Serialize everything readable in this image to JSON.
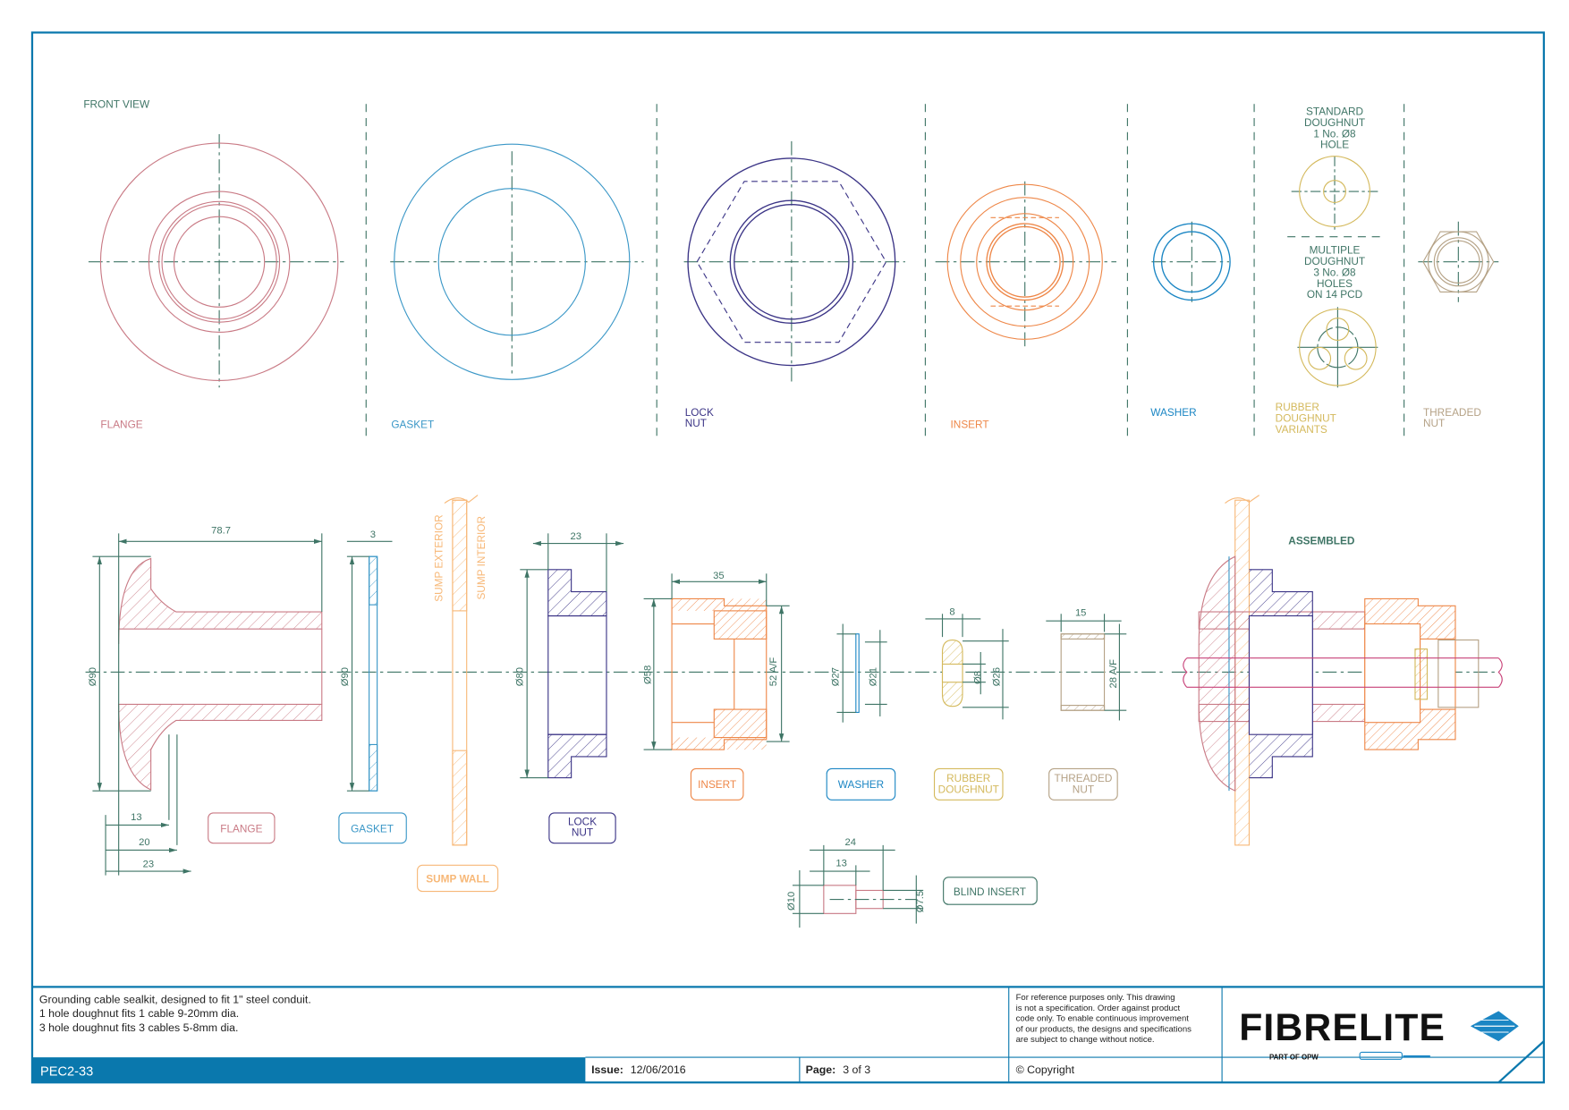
{
  "colors": {
    "frame": "#0a78ad",
    "centerline": "#3f7566",
    "flange": "#c97a85",
    "gasket": "#3a97c7",
    "lock_nut": "#3b3486",
    "insert": "#ee8748",
    "washer": "#1b86c4",
    "rubber_doughnut": "#d4b95c",
    "threaded_nut": "#b5a286",
    "sump_wall": "#f7b878",
    "cable": "#c84178",
    "blind_insert": "#c97a85",
    "title_bar": "#0a78ad"
  },
  "front_view": {
    "heading": "FRONT VIEW",
    "labels": {
      "flange": "FLANGE",
      "gasket": "GASKET",
      "lock_nut": "LOCK\nNUT",
      "insert": "INSERT",
      "washer": "WASHER",
      "rubber_doughnut": "RUBBER\nDOUGHNUT\nVARIANTS",
      "threaded_nut": "THREADED\nNUT"
    },
    "standard_doughnut": "STANDARD\nDOUGHNUT\n1 No. Ø8\nHOLE",
    "multiple_doughnut": "MULTIPLE\nDOUGHNUT\n3 No. Ø8\nHOLES\nON 14 PCD"
  },
  "section_view": {
    "dimensions": {
      "flange_length": "78.7",
      "flange_dia": "Ø90",
      "flange_13": "13",
      "flange_20": "20",
      "flange_23": "23",
      "gasket_thk": "3",
      "gasket_dia": "Ø90",
      "lock_nut_len": "23",
      "lock_nut_dia": "Ø80",
      "insert_len": "35",
      "insert_dia": "Ø58",
      "insert_af": "52 A/F",
      "washer_od": "Ø27",
      "washer_id": "Ø21",
      "doughnut_len": "8",
      "doughnut_hole": "Ø8",
      "doughnut_od": "Ø26",
      "tnut_len": "15",
      "tnut_af": "28 A/F",
      "blind_len_total": "24",
      "blind_len_head": "13",
      "blind_dia_head": "Ø10",
      "blind_dia_shank": "Ø7.5"
    },
    "side_labels": {
      "sump_exterior": "SUMP EXTERIOR",
      "sump_interior": "SUMP INTERIOR"
    },
    "badges": {
      "flange": "FLANGE",
      "gasket": "GASKET",
      "lock_nut": "LOCK\nNUT",
      "sump_wall": "SUMP WALL",
      "insert": "INSERT",
      "washer": "WASHER",
      "rubber_doughnut": "RUBBER\nDOUGHNUT",
      "threaded_nut": "THREADED\nNUT",
      "blind_insert": "BLIND INSERT"
    },
    "assembled": "ASSEMBLED"
  },
  "title_block": {
    "description": [
      "Grounding cable sealkit, designed to fit 1\" steel conduit.",
      "1 hole doughnut fits 1 cable 9-20mm dia.",
      "3 hole doughnut fits 3 cables 5-8mm dia."
    ],
    "disclaimer": [
      "For reference purposes only. This drawing",
      "is not a specification. Order against product",
      "code only.  To enable continuous improvement",
      "of our products, the designs and specifications",
      "are subject to change without notice."
    ],
    "part_no": "PEC2-33",
    "issue_label": "Issue:",
    "issue_value": "12/06/2016",
    "page_label": "Page:",
    "page_value": "3 of 3",
    "copyright": "© Copyright",
    "brand": "FIBRELITE",
    "brand_tagline": "PART OF OPW"
  }
}
